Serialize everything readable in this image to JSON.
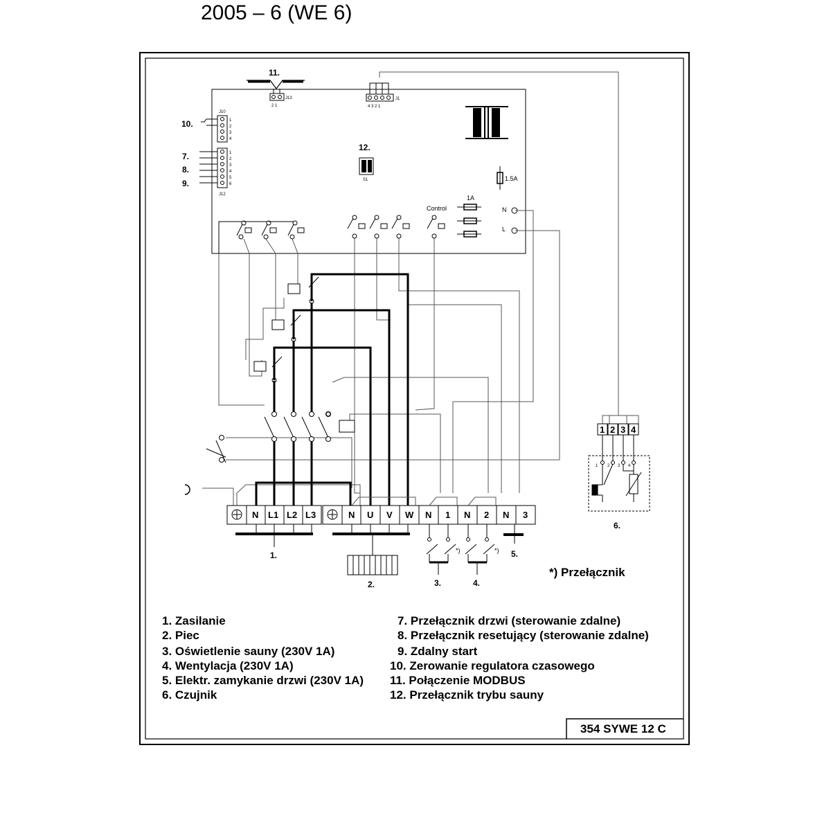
{
  "title": "2005 – 6 (WE 6)",
  "board": {
    "connector_j13": "J13",
    "connector_j13_pins": "2  1",
    "connector_j1": "J1",
    "connector_j1_pins": "4 3 2 1",
    "connector_j10": "J10",
    "connector_j12": "J12",
    "connector_j10_pins": [
      "1",
      "2",
      "3",
      "4"
    ],
    "connector_j12_pins": [
      "1",
      "2",
      "3",
      "4",
      "5",
      "6"
    ],
    "s1": "S1",
    "fuse_main": "1.5A",
    "fuse_small": "1A",
    "control": "Control",
    "n": "N",
    "l": "L"
  },
  "callouts": {
    "c7": "7.",
    "c8": "8.",
    "c9": "9.",
    "c10": "10.",
    "c11": "11.",
    "c12": "12."
  },
  "terminals": [
    "N",
    "L1",
    "L2",
    "L3",
    "N",
    "U",
    "V",
    "W",
    "N",
    "1",
    "N",
    "2",
    "N",
    "3"
  ],
  "sensor_terminals": [
    "1",
    "2",
    "3",
    "4"
  ],
  "sensor_inner": [
    "1",
    "2",
    "3",
    "4"
  ],
  "item_labels": {
    "i1": "1.",
    "i2": "2.",
    "i3": "3.",
    "i4": "4.",
    "i5": "5.",
    "i6": "6."
  },
  "switch_marks": [
    "*)",
    "*)"
  ],
  "footnote": "*) Przełącznik",
  "legend_left": [
    "1. Zasilanie",
    "2. Piec",
    "3. Oświetlenie sauny (230V 1A)",
    "4. Wentylacja (230V 1A)",
    "5. Elektr. zamykanie drzwi (230V 1A)",
    "6. Czujnik"
  ],
  "legend_right": [
    "7. Przełącznik drzwi (sterowanie zdalne)",
    "8. Przełącznik resetujący (sterowanie zdalne)",
    "9. Zdalny start",
    "10. Zerowanie regulatora czasowego",
    "11. Połączenie MODBUS",
    "12. Przełącznik trybu sauny"
  ],
  "code": "354  SYWE 12 C"
}
